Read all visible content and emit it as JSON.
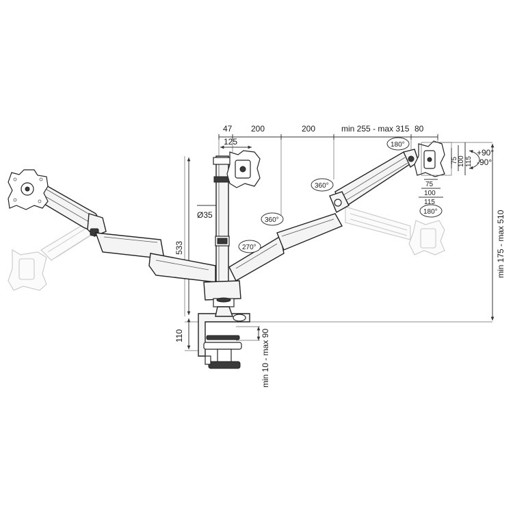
{
  "labels": {
    "d47": "47",
    "d200a": "200",
    "d200b": "200",
    "reach": "min 255 - max 315",
    "d80": "80",
    "d125": "125",
    "d533": "533",
    "pole_dia": "Ø35",
    "height_range": "min 175 - max 510",
    "d110": "110",
    "clamp_range": "min 10 - max 90",
    "vesa_75v": "75",
    "vesa_100v": "100",
    "vesa_115v": "115",
    "vesa_75h": "75",
    "vesa_100h": "100",
    "vesa_115h": "115",
    "tilt_up": "+90°",
    "tilt_down": "-90°"
  },
  "angles": {
    "rot_180_top": "180°",
    "rot_360_arm": "360°",
    "rot_360_pole": "360°",
    "rot_270": "270°",
    "rot_180_bottom": "180°"
  },
  "icons": {
    "tilt": "curved-double-arrow-icon"
  }
}
